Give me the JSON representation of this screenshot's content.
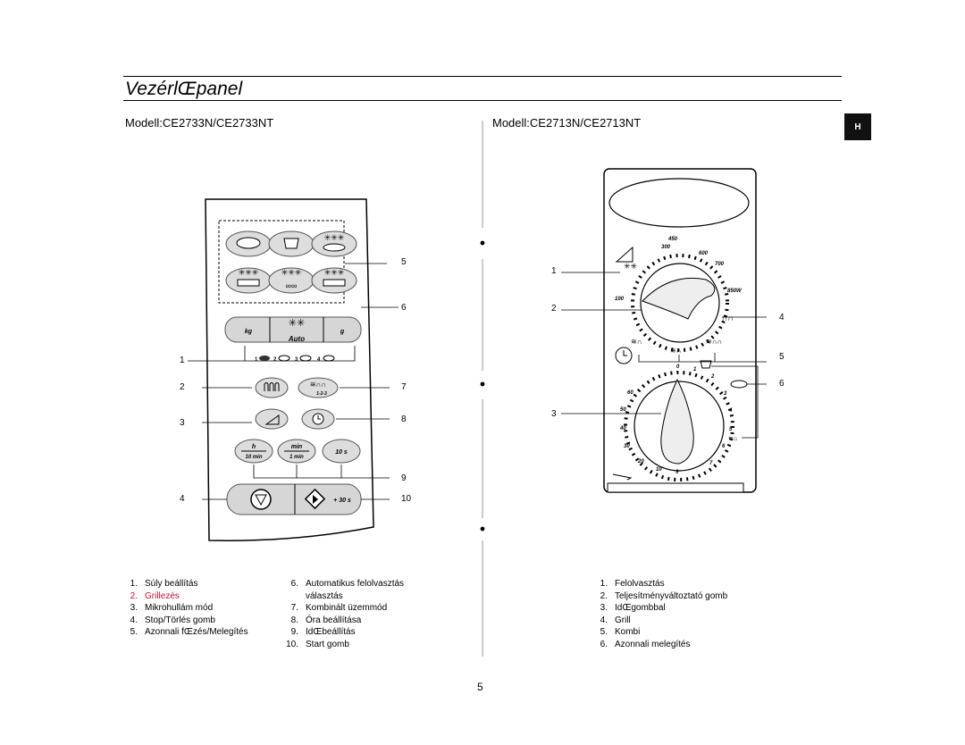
{
  "page": {
    "title": "VezérlŒpanel",
    "tab": "H",
    "page_number": "5"
  },
  "left_panel": {
    "model": "Modell:CE2733N/CE2733NT",
    "labels": {
      "kg": "kg",
      "g": "g",
      "auto": "Auto",
      "sel1": "1",
      "sel2": "2",
      "sel3": "3",
      "sel4": "4",
      "kombi_code": "1-2-3",
      "h": "h",
      "ten_min": "10 min",
      "min": "min",
      "one_min": "1 min",
      "ten_s": "10 s",
      "plus_30s": "+ 30 s"
    },
    "callouts": [
      "1",
      "2",
      "3",
      "4",
      "5",
      "6",
      "7",
      "8",
      "9",
      "10"
    ],
    "legend_col1": [
      {
        "n": "1.",
        "t": "Súly beállítás"
      },
      {
        "n": "2.",
        "t": "Grillezés",
        "highlight": true
      },
      {
        "n": "3.",
        "t": "Mikrohullám mód"
      },
      {
        "n": "4.",
        "t": "Stop/Törlés gomb"
      },
      {
        "n": "5.",
        "t": "Azonnali fŒzés/Melegítés"
      }
    ],
    "legend_col2": [
      {
        "n": "6.",
        "t": "Automatikus felolvasztás választás"
      },
      {
        "n": "7.",
        "t": "Kombinált üzemmód"
      },
      {
        "n": "8.",
        "t": "Óra beállítása"
      },
      {
        "n": "9.",
        "t": "IdŒbeállítás"
      },
      {
        "n": "10.",
        "t": "Start gomb"
      }
    ]
  },
  "right_panel": {
    "model": "Modell:CE2713N/CE2713NT",
    "power_labels": [
      "300",
      "450",
      "600",
      "700",
      "850W",
      "100"
    ],
    "timer_labels": [
      "0",
      "1",
      "2",
      "3",
      "4",
      "5",
      "6",
      "7",
      "9",
      "10",
      "20",
      "30",
      "40",
      "50",
      "60"
    ],
    "callouts": [
      "1",
      "2",
      "3",
      "4",
      "5",
      "6"
    ],
    "legend": [
      {
        "n": "1.",
        "t": "Felolvasztás"
      },
      {
        "n": "2.",
        "t": "Teljesítményváltoztató gomb"
      },
      {
        "n": "3.",
        "t": "IdŒgombbal"
      },
      {
        "n": "4.",
        "t": "Grill"
      },
      {
        "n": "5.",
        "t": "Kombi"
      },
      {
        "n": "6.",
        "t": "Azonnali melegítés"
      }
    ]
  },
  "colors": {
    "highlight": "#c1122f",
    "panel_grey": "#d6d6d6",
    "tab_bg": "#111111"
  }
}
